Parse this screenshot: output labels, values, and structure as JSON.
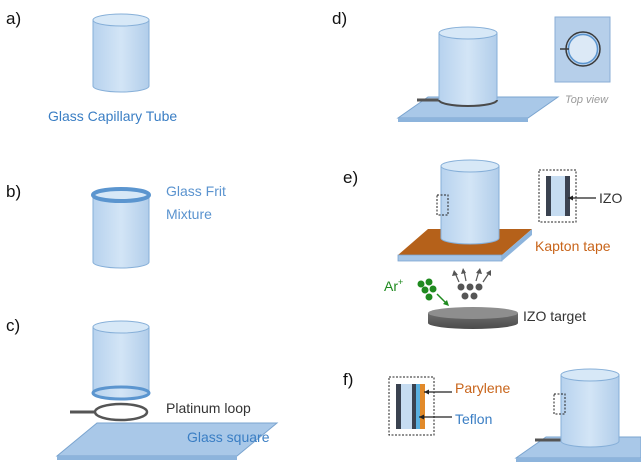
{
  "panels": [
    {
      "id": "a",
      "letter": "a)"
    },
    {
      "id": "b",
      "letter": "b)"
    },
    {
      "id": "c",
      "letter": "c)"
    },
    {
      "id": "d",
      "letter": "d)"
    },
    {
      "id": "e",
      "letter": "e)"
    },
    {
      "id": "f",
      "letter": "f)"
    }
  ],
  "labels": {
    "glass_capillary_tube": "Glass Capillary  Tube",
    "glass_frit_line1": "Glass Frit",
    "glass_frit_line2": "Mixture",
    "platinum_loop": "Platinum loop",
    "glass_square": "Glass square",
    "top_view": "Top view",
    "izo": "IZO",
    "kapton_tape": "Kapton tape",
    "ar_ion": "Ar",
    "ar_superscript": "+",
    "izo_target": "IZO target",
    "parylene": "Parylene",
    "teflon": "Teflon"
  },
  "colors": {
    "cylinder_fill": "#c5dcf1",
    "cylinder_stroke": "#7fa9d3",
    "label_blue": "#3a7ec4",
    "kapton": "#b5611a",
    "argon": "#1f8a1f",
    "target": "#7a7a7a"
  }
}
